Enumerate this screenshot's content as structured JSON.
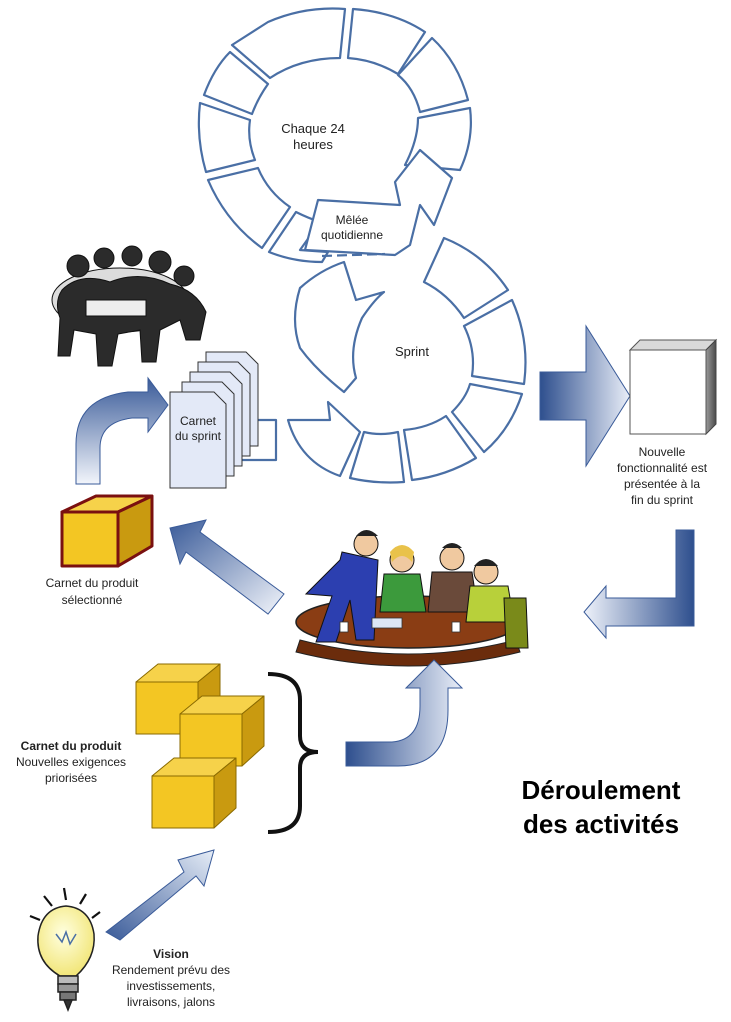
{
  "title": {
    "line1": "Déroulement",
    "line2": "des activités"
  },
  "daily_cycle": {
    "line1": "Chaque 24",
    "line2": "heures"
  },
  "daily_scrum": {
    "line1": "Mêlée",
    "line2": "quotidienne"
  },
  "sprint": {
    "label": "Sprint"
  },
  "sprint_backlog": {
    "line1": "Carnet",
    "line2": "du sprint"
  },
  "new_feature": {
    "line1": "Nouvelle",
    "line2": "fonctionnalité est",
    "line3": "présentée à la",
    "line4": "fin du sprint"
  },
  "selected_backlog": {
    "line1": "Carnet du produit",
    "line2": "sélectionné"
  },
  "product_backlog": {
    "line1": "Carnet du produit",
    "line2": "Nouvelles exigences",
    "line3": "priorisées"
  },
  "vision": {
    "line1": "Vision",
    "line2": "Rendement prévu des",
    "line3": "investissements,",
    "line4": "livraisons, jalons"
  },
  "colors": {
    "circle_stroke": "#4a6fa5",
    "arrow_dark": "#2e4f8e",
    "arrow_light": "#e6edf7",
    "box_yellow": "#f3c623",
    "box_yellow_dark": "#c99a10",
    "box_outline": "#7a1010",
    "page_blue": "#e3e9f7"
  },
  "icons": [
    "rugby-scrum-illustration",
    "team-meeting-illustration",
    "light-bulb-icon",
    "cube-icon"
  ]
}
